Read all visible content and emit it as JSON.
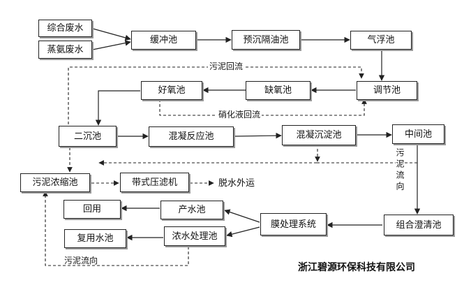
{
  "nodes": {
    "combined_wastewater": "综合废水",
    "ammonia_wastewater": "蒸氨废水",
    "buffer_tank": "缓冲池",
    "pre_settling_oil_separator": "预沉隔油池",
    "air_flotation_tank": "气浮池",
    "regulating_tank": "调节池",
    "anoxic_tank": "缺氧池",
    "aerobic_tank": "好氧池",
    "secondary_settling_tank": "二沉池",
    "coagulation_reaction_tank": "混凝反应池",
    "coagulation_settling_tank": "混凝沉淀池",
    "intermediate_tank": "中间池",
    "sludge_thickener": "污泥浓缩池",
    "belt_filter_press": "带式压滤机",
    "combined_clarifier": "组合澄清池",
    "membrane_system": "膜处理系统",
    "product_water_tank": "产水池",
    "reuse": "回用",
    "concentrate_treatment_tank": "浓水处理池",
    "reuse_water_tank": "复用水池"
  },
  "labels": {
    "sludge_return": "污泥回流",
    "nitrification_return": "硝化液回流",
    "dewatered_out": "脱水外运",
    "sludge_direction_vertical": "污泥流向",
    "sludge_direction": "污泥流向"
  },
  "company": "浙江碧源环保科技有限公司",
  "colors": {
    "line": "#222222",
    "shadow": "#9a9a9a"
  }
}
